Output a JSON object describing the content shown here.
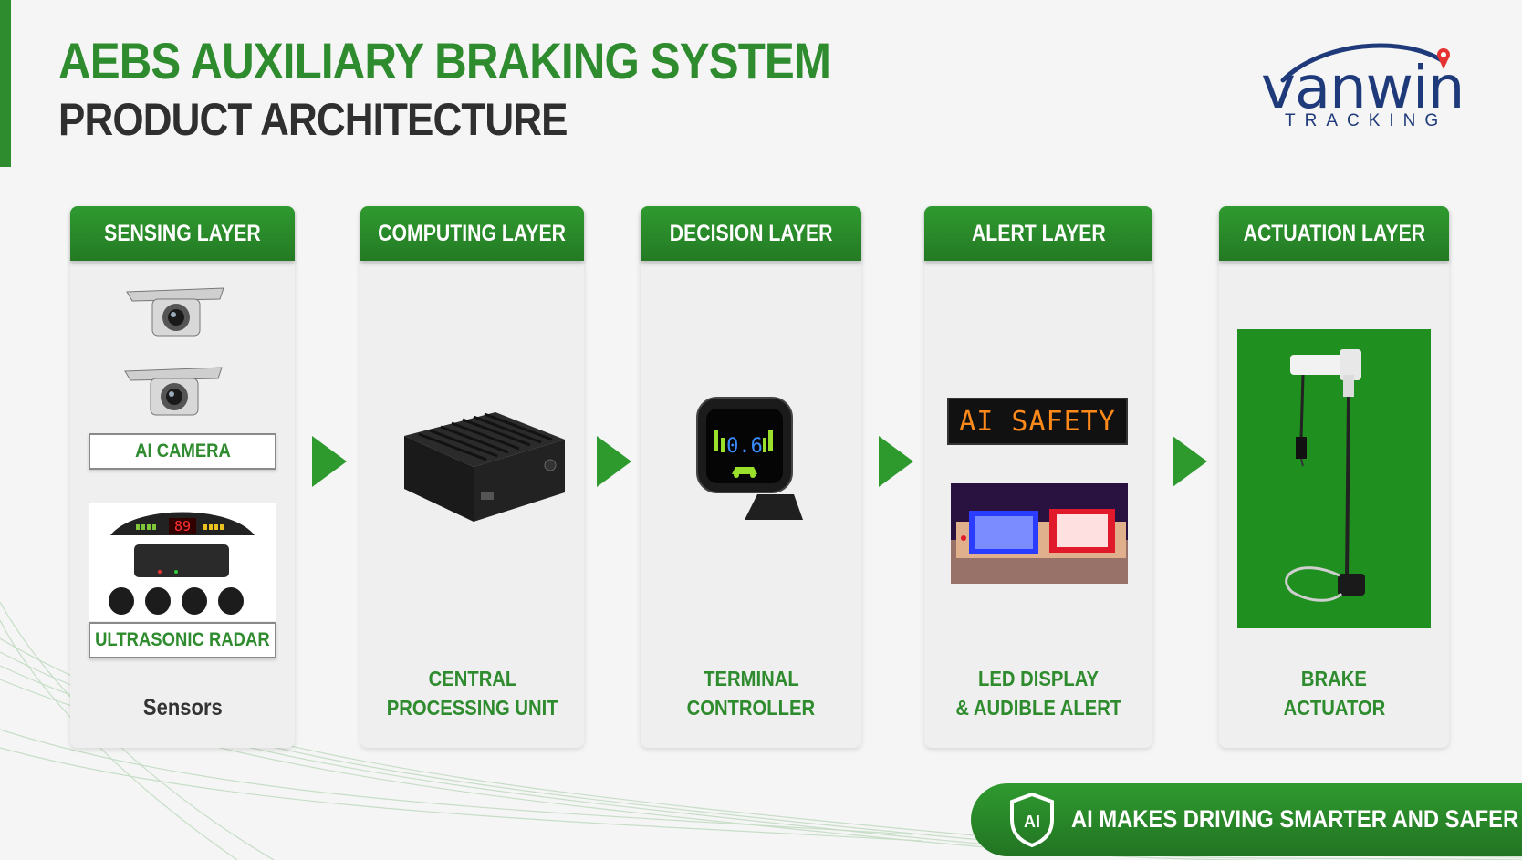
{
  "header": {
    "title_line1": "AEBS AUXILIARY BRAKING SYSTEM",
    "title_line2": "PRODUCT ARCHITECTURE"
  },
  "logo": {
    "word": "vanwin",
    "subtitle": "TRACKING",
    "brand_color": "#1f3a7a",
    "pin_color": "#e63232"
  },
  "layers": [
    {
      "title": "SENSING LAYER",
      "items": [
        "AI CAMERA",
        "ULTRASONIC RADAR"
      ],
      "radar_display": "89",
      "caption_lines": [
        "Sensors"
      ]
    },
    {
      "title": "COMPUTING LAYER",
      "caption_lines": [
        "CENTRAL",
        "PROCESSING UNIT"
      ]
    },
    {
      "title": "DECISION LAYER",
      "screen_value": "0.6",
      "caption_lines": [
        "TERMINAL",
        "CONTROLLER"
      ]
    },
    {
      "title": "ALERT LAYER",
      "led_text": "AI SAFETY",
      "caption_lines": [
        "LED DISPLAY",
        "& AUDIBLE ALERT"
      ]
    },
    {
      "title": "ACTUATION LAYER",
      "caption_lines": [
        "BRAKE",
        "ACTUATOR"
      ]
    }
  ],
  "banner": {
    "icon_text": "AI",
    "text": "AI MAKES DRIVING SMARTER AND SAFER"
  },
  "colors": {
    "accent_green": "#2e8b2e",
    "dark_text": "#2f2f2f",
    "background": "#f4f5f4"
  }
}
